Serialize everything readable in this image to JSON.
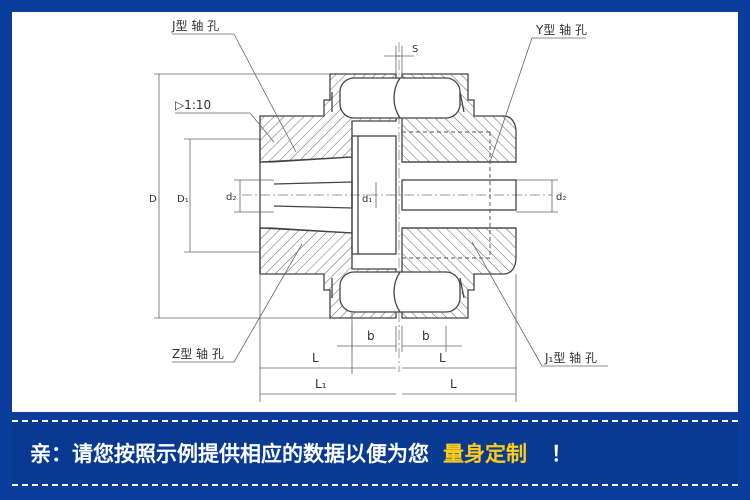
{
  "diagram": {
    "labels": {
      "j_bore": "J型 轴 孔",
      "y_bore": "Y型 轴 孔",
      "z_bore": "Z型 轴 孔",
      "j1_bore": "J₁型 轴 孔",
      "taper": "▷1:10",
      "s": "S",
      "D": "D",
      "D1": "D₁",
      "d2_left": "d₂",
      "d1_mid": "d₁",
      "d2_right": "d₂",
      "b_left": "b",
      "b_right": "b",
      "L_left": "L",
      "L_right_upper": "L",
      "L1": "L₁",
      "L_right_lower": "L"
    }
  },
  "banner": {
    "text": "亲：请您按照示例提供相应的数据以便为您",
    "highlight": "量身定制",
    "exclaim": "！"
  },
  "colors": {
    "background": "#0a3d9c",
    "highlight": "#ffcc1a"
  }
}
